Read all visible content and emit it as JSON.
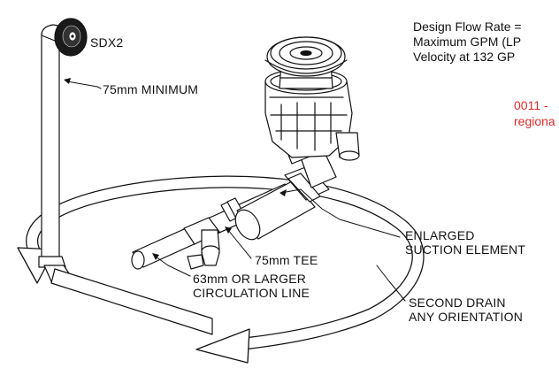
{
  "specs": {
    "line1": "Design Flow Rate =",
    "line2": "Maximum GPM (LP",
    "line3": "Velocity at 132 GP"
  },
  "note": {
    "line1": "0011 -",
    "line2": "regiona"
  },
  "labels": {
    "sdx2": "SDX2",
    "min75": "75mm MINIMUM",
    "enlarged1": "ENLARGED",
    "enlarged2": "SUCTION ELEMENT",
    "tee": "75mm TEE",
    "circ1": "63mm OR LARGER",
    "circ2": "CIRCULATION LINE",
    "second1": "SECOND DRAIN",
    "second2": "ANY ORIENTATION"
  },
  "colors": {
    "line": "#111111",
    "note": "#e02b2b"
  }
}
